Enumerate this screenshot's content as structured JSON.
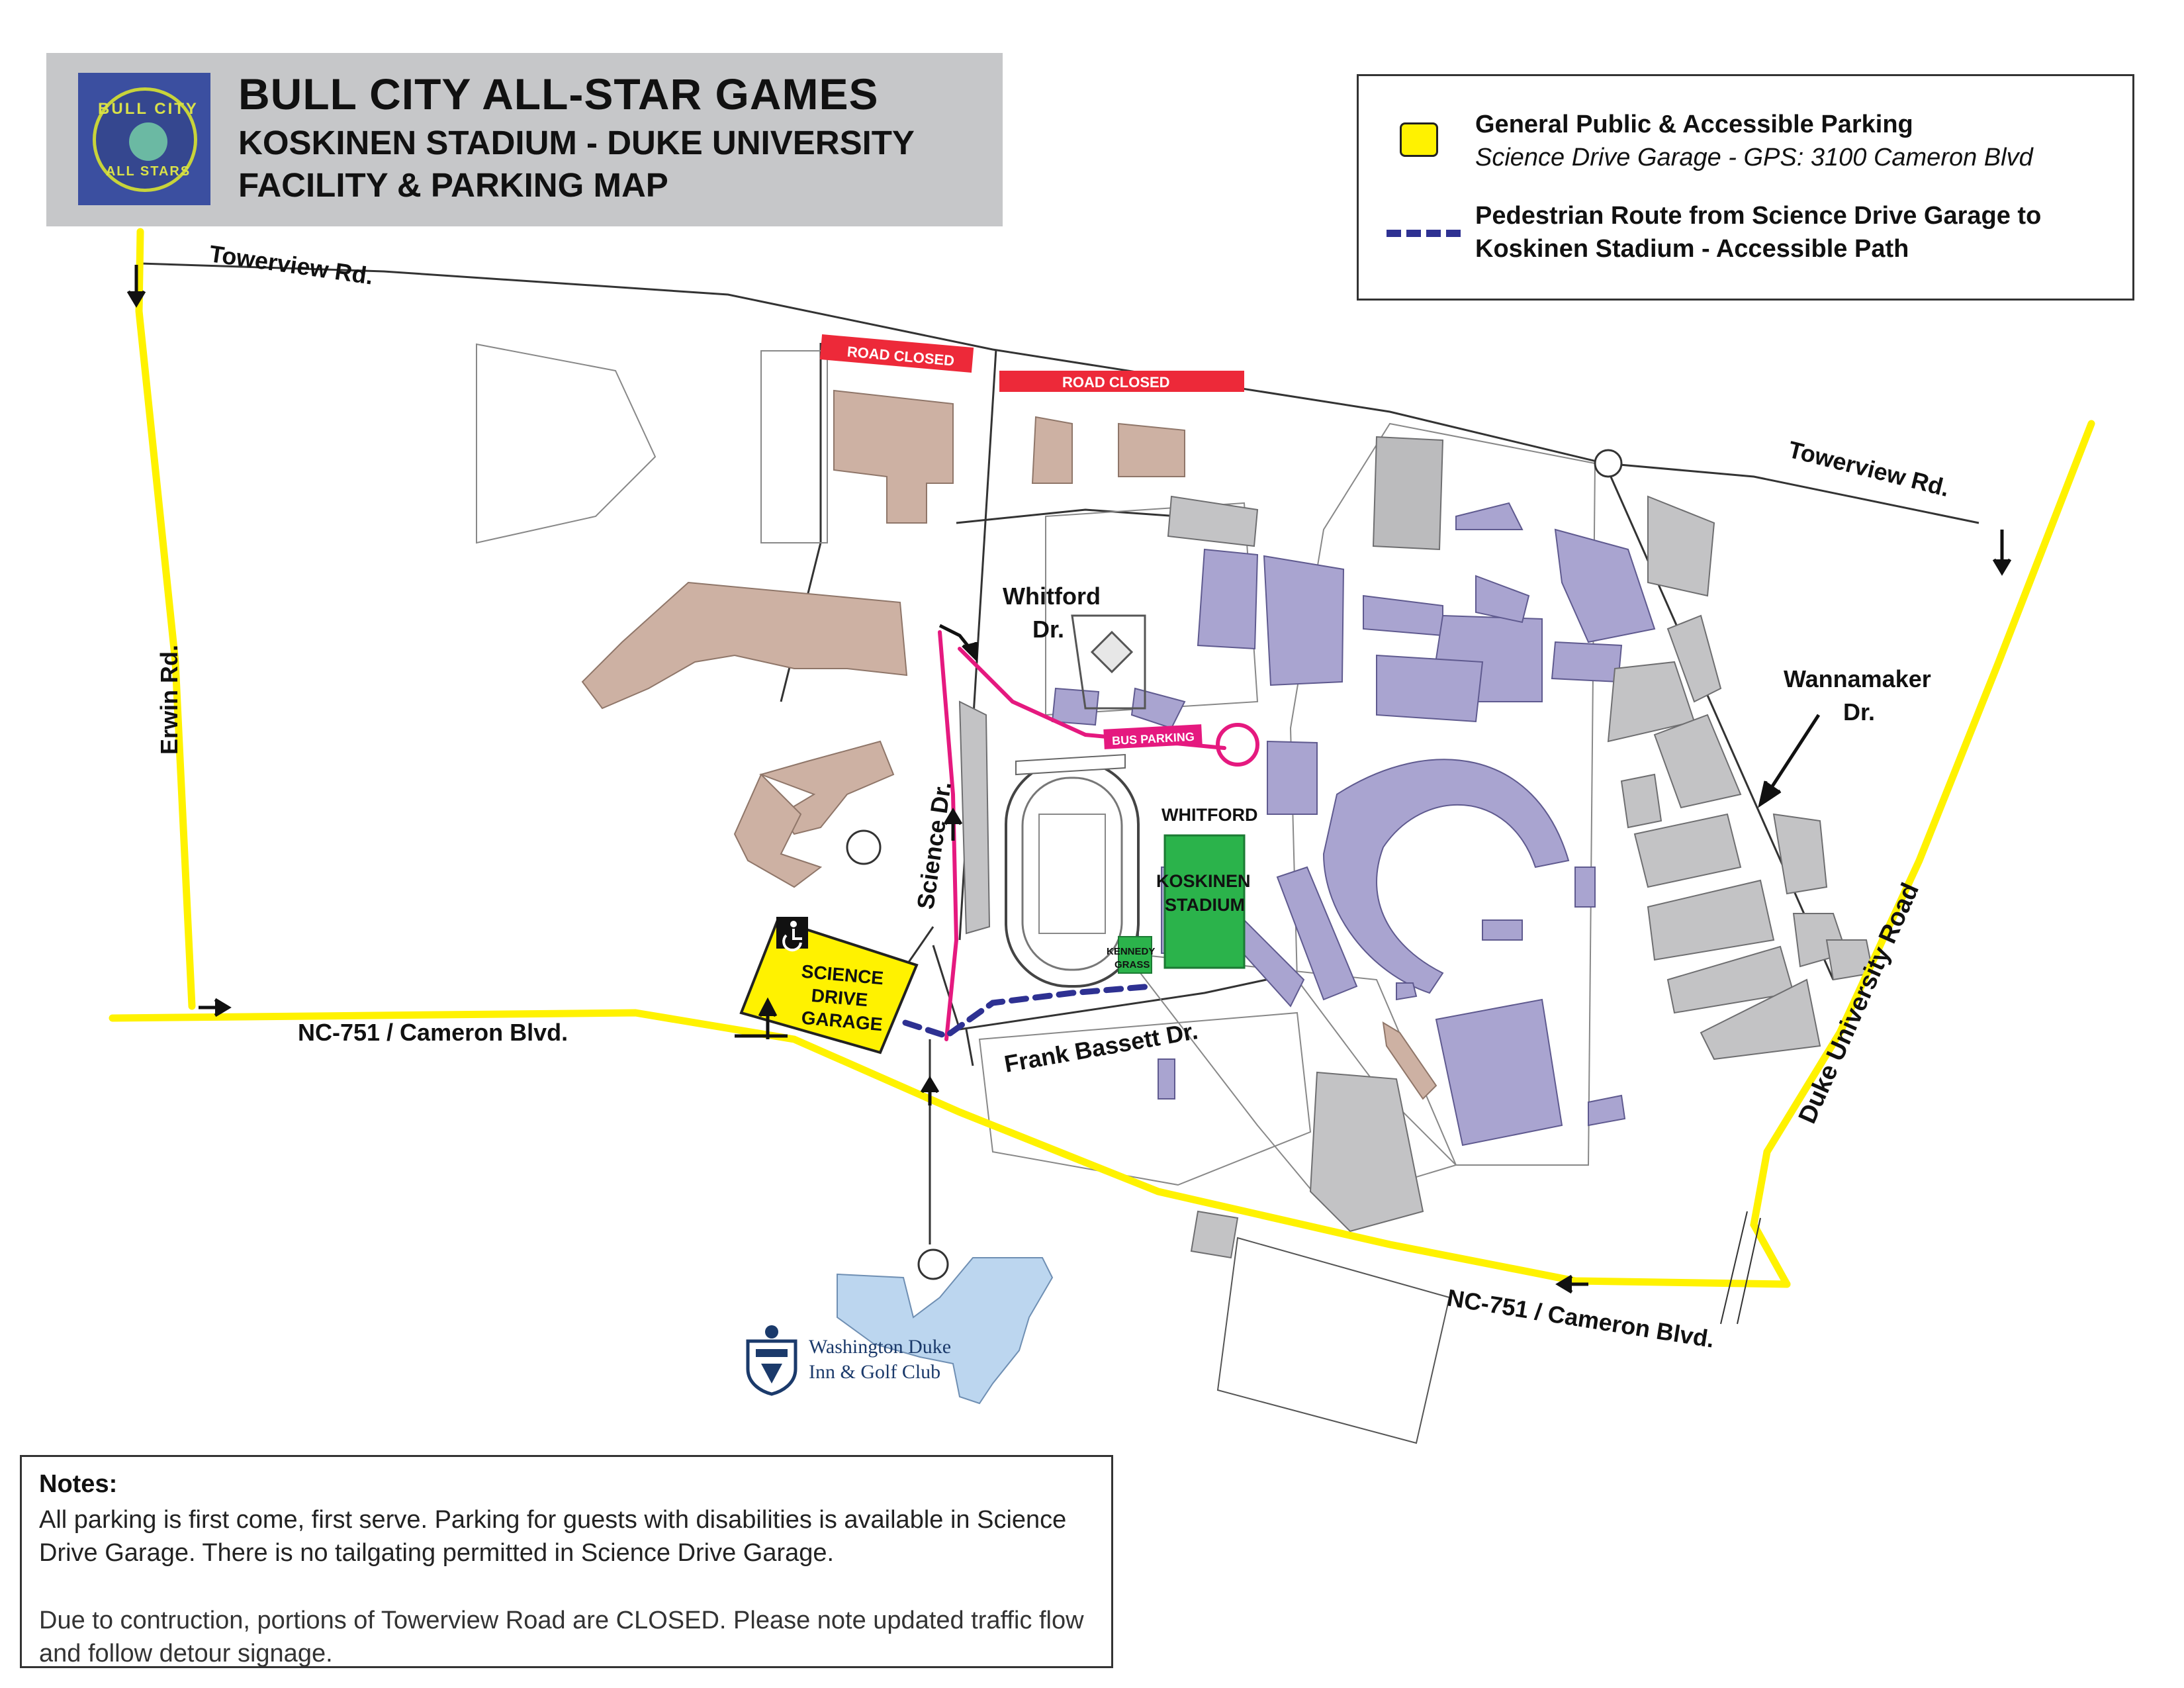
{
  "header": {
    "title_line1": "BULL CITY ALL-STAR GAMES",
    "title_line2": "KOSKINEN STADIUM - DUKE UNIVERSITY",
    "title_line3": "FACILITY & PARKING MAP",
    "logo_text_top": "BULL CITY",
    "logo_text_bottom": "ALL STARS"
  },
  "legend": {
    "parking_title": "General Public & Accessible Parking",
    "parking_subtitle": "Science Drive Garage - GPS: 3100 Cameron Blvd",
    "route_line1": "Pedestrian Route from Science Drive Garage to",
    "route_line2": "Koskinen Stadium - Accessible Path"
  },
  "roads": {
    "towerview_west": "Towerview Rd.",
    "towerview_east": "Towerview Rd.",
    "erwin": "Erwin Rd.",
    "science_dr": "Science Dr.",
    "whitford_dr_1": "Whitford",
    "whitford_dr_2": "Dr.",
    "wannamaker_1": "Wannamaker",
    "wannamaker_2": "Dr.",
    "nc751_west": "NC-751 / Cameron Blvd.",
    "nc751_east": "NC-751 / Cameron Blvd.",
    "frank_bassett": "Frank Bassett Dr.",
    "duke_univ_rd": "Duke University Road"
  },
  "closures": {
    "closed_1": "ROAD CLOSED",
    "closed_2": "ROAD CLOSED",
    "bus_parking": "BUS PARKING"
  },
  "facilities": {
    "whitford": "WHITFORD",
    "koskinen_1": "KOSKINEN",
    "koskinen_2": "STADIUM",
    "kennedy_1": "KENNEDY",
    "kennedy_2": "GRASS",
    "garage_1": "SCIENCE",
    "garage_2": "DRIVE",
    "garage_3": "GARAGE"
  },
  "inn": {
    "line1": "Washington Duke",
    "line2": "Inn & Golf Club"
  },
  "notes": {
    "heading": "Notes:",
    "paragraph1": "All parking is first come, first serve.  Parking for guests with disabilities is available in Science Drive Garage. There is no tailgating permitted in Science Drive Garage.",
    "paragraph2": "Due to contruction, portions of Towerview Road are CLOSED. Please note updated traffic flow and follow detour signage."
  },
  "colors": {
    "major_road": "#fff200",
    "closed": "#ed2939",
    "bus_route": "#e5197f",
    "ped_route": "#2e3192",
    "stadium_field": "#2bb34b",
    "purple_building": "#a9a4d0",
    "tan_building": "#cdb1a3",
    "gray_building": "#c3c3c5",
    "inn_building": "#bcd6ef"
  },
  "icons": [
    "accessible-icon",
    "direction-arrow-icon",
    "roundabout-icon",
    "baseball-diamond-icon",
    "crest-icon"
  ]
}
